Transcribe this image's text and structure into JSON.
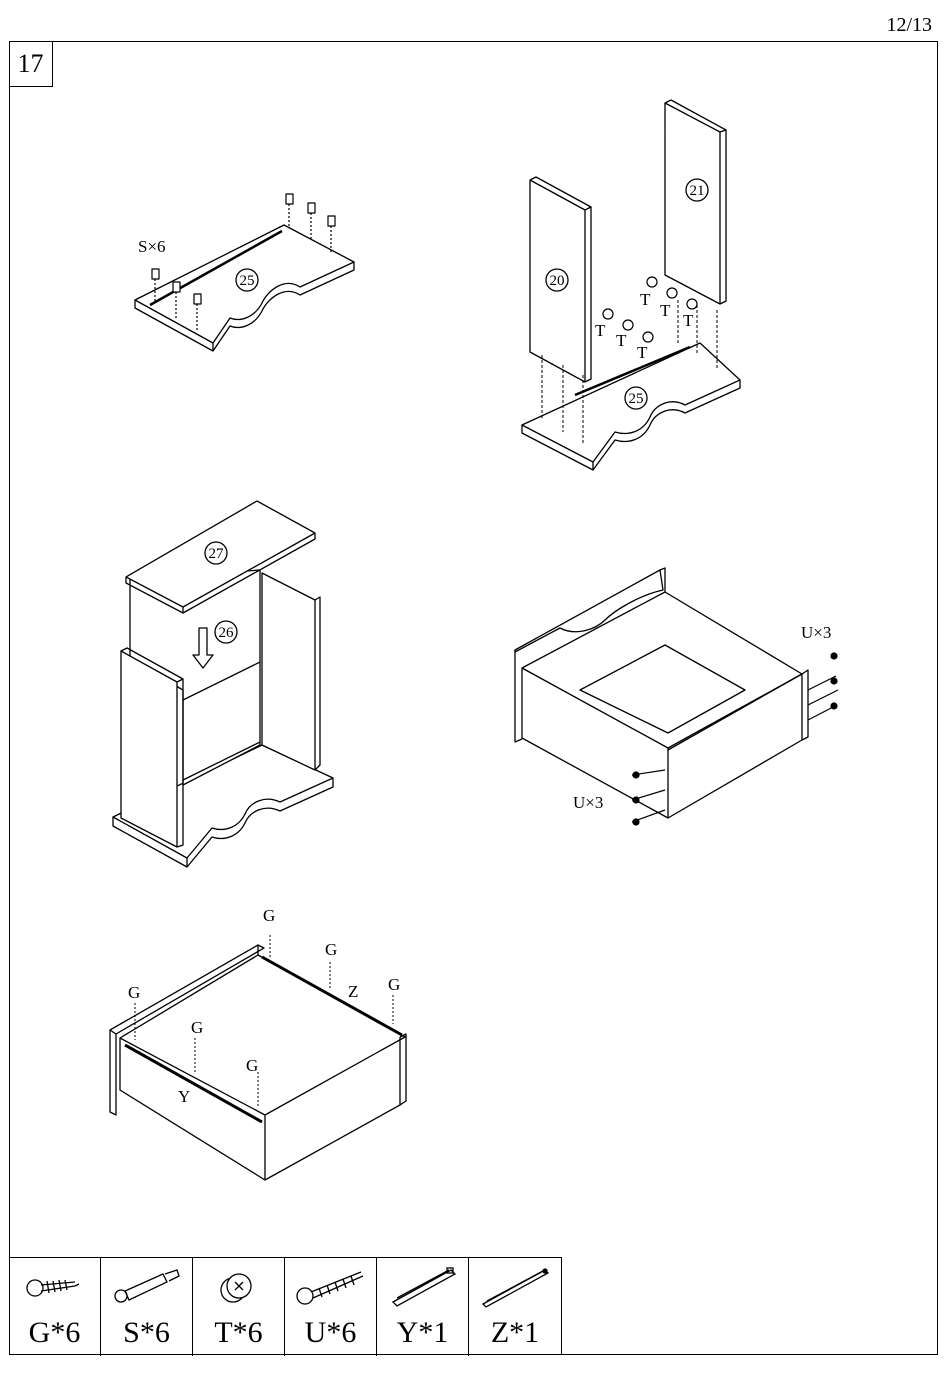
{
  "page": {
    "page_number": "12/13",
    "step_number": "17"
  },
  "diagram1": {
    "label_s": "S×6",
    "panel": "25"
  },
  "diagram2": {
    "panel_left": "20",
    "panel_right": "21",
    "panel_base": "25",
    "label_t": "T"
  },
  "diagram3": {
    "panel_top": "27",
    "panel_back": "26"
  },
  "diagram4": {
    "label_u_top": "U×3",
    "label_u_bottom": "U×3"
  },
  "diagram5": {
    "label_g": "G",
    "label_z": "Z",
    "label_y": "Y"
  },
  "parts": [
    {
      "label": "G*6",
      "icon": "screw-icon"
    },
    {
      "label": "S*6",
      "icon": "cam-bolt-icon"
    },
    {
      "label": "T*6",
      "icon": "cam-lock-icon"
    },
    {
      "label": "U*6",
      "icon": "long-screw-icon"
    },
    {
      "label": "Y*1",
      "icon": "drawer-slide-icon"
    },
    {
      "label": "Z*1",
      "icon": "drawer-runner-icon"
    }
  ]
}
